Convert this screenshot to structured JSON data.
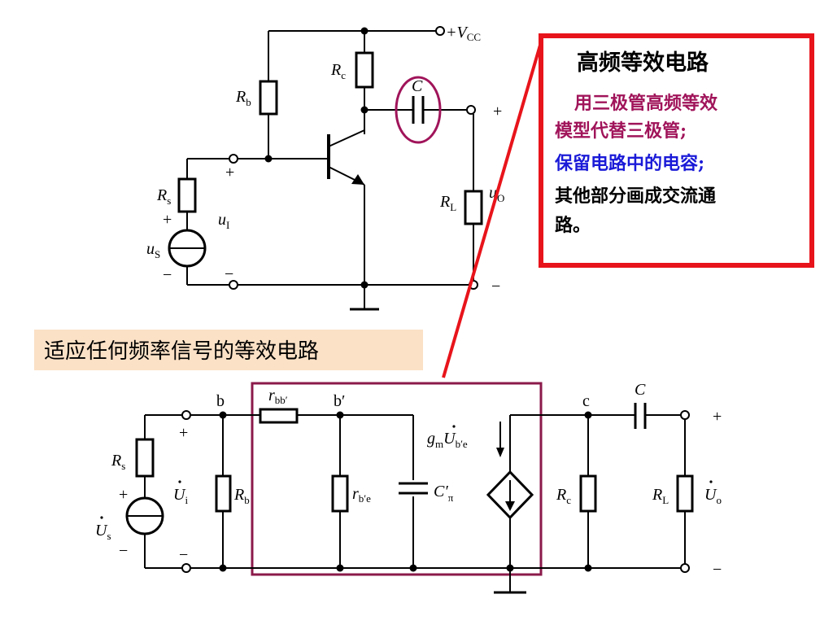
{
  "top_circuit": {
    "vcc": "+V",
    "vcc_sub": "CC",
    "rb": "R",
    "rb_sub": "b",
    "rc": "R",
    "rc_sub": "c",
    "rs": "R",
    "rs_sub": "s",
    "rl": "R",
    "rl_sub": "L",
    "cap": "C",
    "us": "u",
    "us_sub": "S",
    "ui": "u",
    "ui_sub": "I",
    "uo": "u",
    "uo_sub": "O",
    "plus": "+",
    "minus": "−"
  },
  "callout": {
    "title": "高频等效电路",
    "line1": "用三极管高频等效",
    "line2": "模型代替三极管;",
    "line3": "保留电路中的电容;",
    "line4": "其他部分画成交流通",
    "line5": "路。",
    "colors": {
      "border": "#e8141b",
      "purple": "#a0145a",
      "blue": "#1a1ad8",
      "black": "#000000"
    }
  },
  "caption": {
    "text": "适应任何频率信号的等效电路",
    "bg_color": "#fbe1c6"
  },
  "bottom_circuit": {
    "node_b": "b",
    "node_bp": "b′",
    "node_c": "c",
    "rbb": "r",
    "rbb_sub": "bb′",
    "rbe": "r",
    "rbe_sub": "b′e",
    "cpi": "C′",
    "cpi_sub": "π",
    "gm": "g",
    "gm_sub": "m",
    "gm_u": "U",
    "gm_u_sub": "b′e",
    "rs": "R",
    "rs_sub": "s",
    "rb": "R",
    "rb_sub": "b",
    "rc": "R",
    "rc_sub": "c",
    "rl": "R",
    "rl_sub": "L",
    "cap": "C",
    "us": "U",
    "us_sub": "s",
    "ui": "U",
    "ui_sub": "i",
    "uo": "U",
    "uo_sub": "o",
    "plus": "+",
    "minus": "−",
    "box_color": "#8b1a4a"
  }
}
